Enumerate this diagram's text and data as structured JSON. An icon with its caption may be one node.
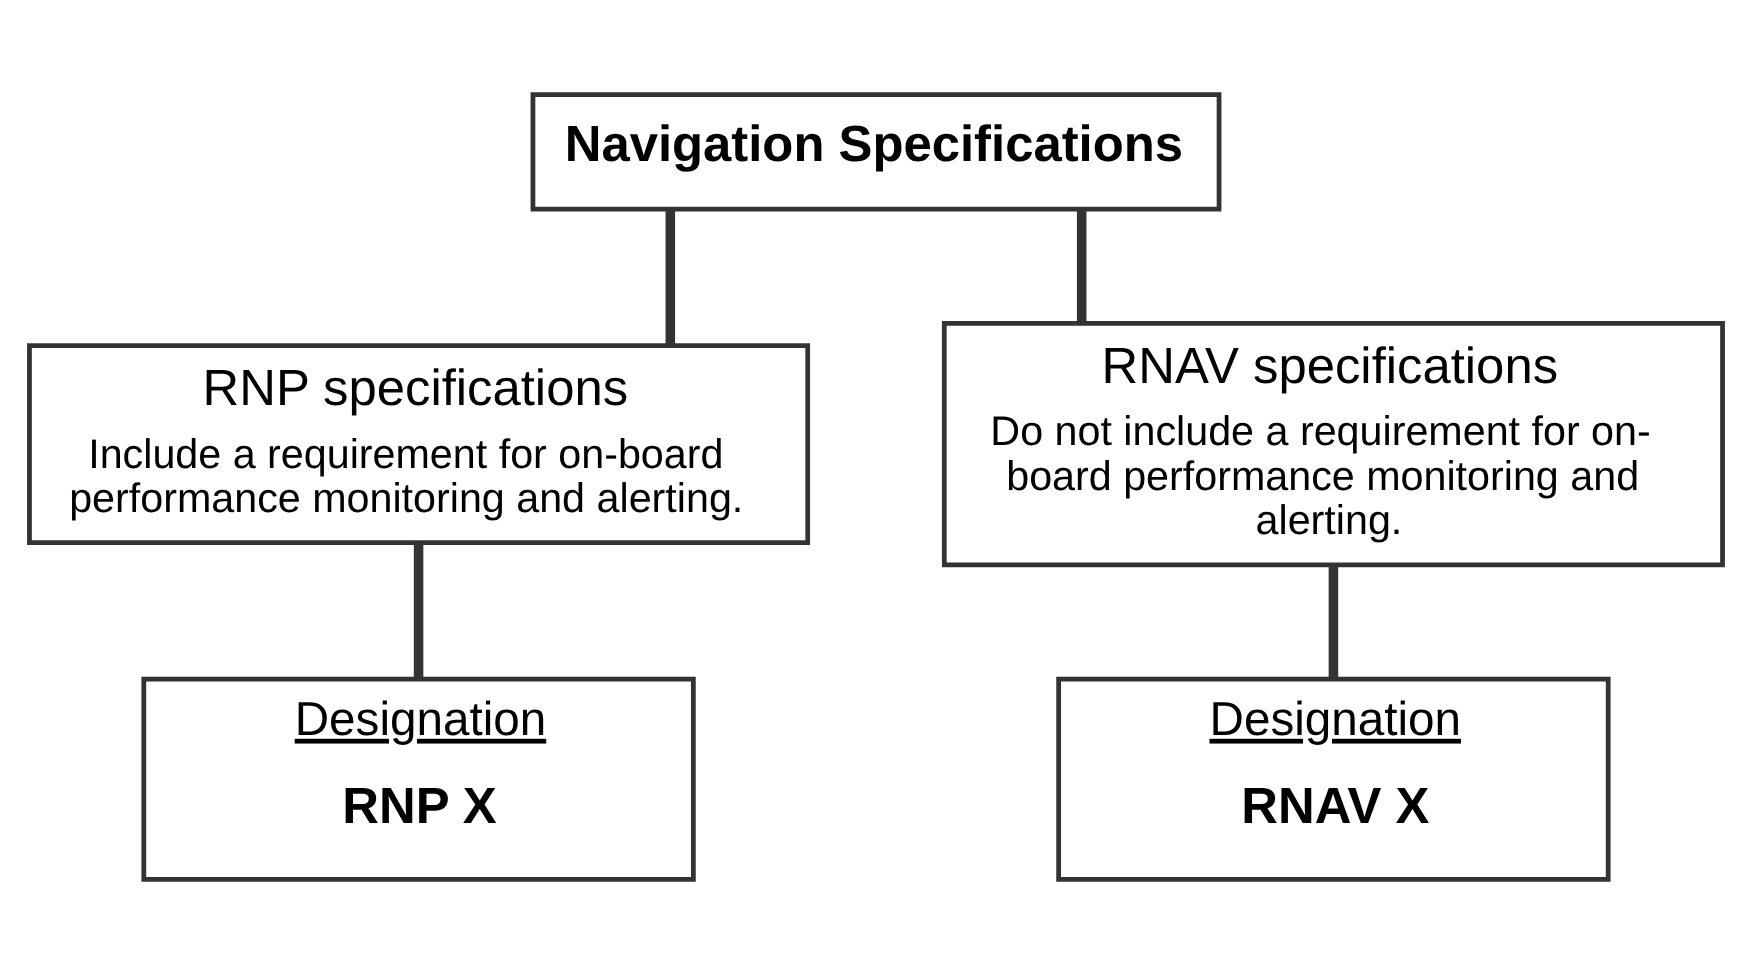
{
  "diagram": {
    "nodes": [
      {
        "text": [
          "Navigation Specifications"
        ]
      },
      {
        "text": [
          "RNP specifications",
          "Include a requirement for on-board performance monitoring and alerting."
        ]
      },
      {
        "text": [
          "RNAV specifications",
          "Do not include a requirement for on-board performance monitoring and alerting."
        ]
      },
      {
        "text": [
          "Designation",
          "RNP X"
        ]
      },
      {
        "text": [
          "Designation",
          "RNAV X"
        ]
      }
    ],
    "edges": [
      {
        "from": 0,
        "to": 1,
        "arrow": "none"
      },
      {
        "from": 0,
        "to": 2,
        "arrow": "none"
      },
      {
        "from": 1,
        "to": 3,
        "arrow": "none"
      },
      {
        "from": 2,
        "to": 4,
        "arrow": "none"
      }
    ]
  }
}
